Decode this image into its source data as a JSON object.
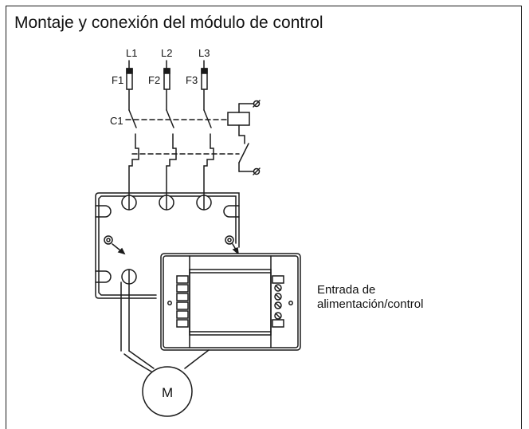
{
  "title": "Montaje y conexión del módulo de control",
  "phases": [
    "L1",
    "L2",
    "L3"
  ],
  "fuses": [
    "F1",
    "F2",
    "F3"
  ],
  "contactor": "C1",
  "motor": "M",
  "input_label": {
    "line1": "Entrada de",
    "line2": "alimentación/control"
  },
  "colors": {
    "ink": "#1a1a1a",
    "background": "#ffffff"
  }
}
